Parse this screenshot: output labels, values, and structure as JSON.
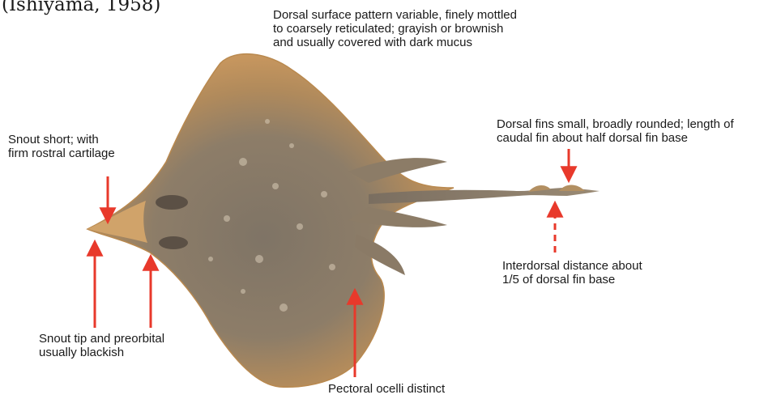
{
  "title_partial": "(Ishiyama, 1958)",
  "labels": {
    "dorsal_surface": "Dorsal surface pattern variable, finely mottled\nto coarsely reticulated; grayish or brownish\nand usually covered with dark mucus",
    "dorsal_fins": "Dorsal fins small, broadly rounded; length of\ncaudal fin about half dorsal fin base",
    "snout_short": "Snout short; with\nfirm rostral cartilage",
    "interdorsal": "Interdorsal distance about\n1/5 of dorsal fin base",
    "snout_tip": "Snout tip and preorbital\nusually blackish",
    "ocelli": "Pectoral ocelli distinct"
  },
  "colors": {
    "arrow": "#e8392b",
    "disc_outer": "#c2925a",
    "disc_inner": "#8e7f6a",
    "tail": "#8a7a66",
    "text": "#1a1a1a"
  }
}
